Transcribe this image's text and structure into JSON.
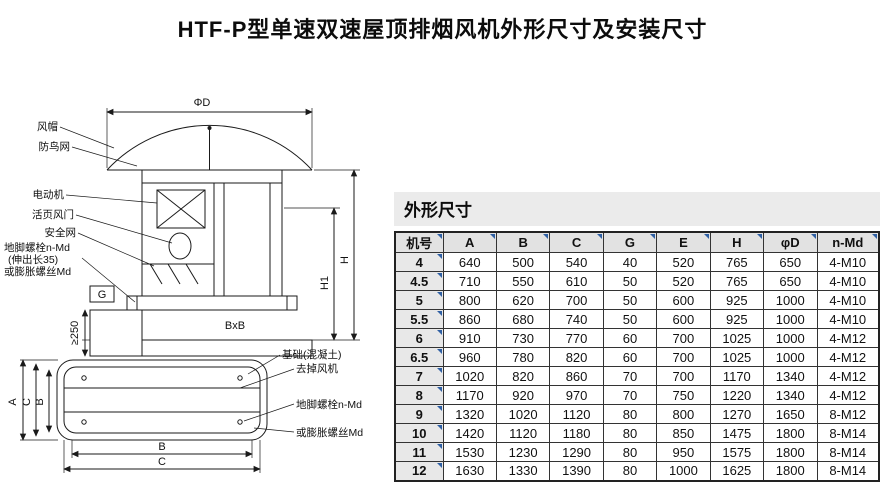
{
  "page": {
    "title": "HTF-P型单速双速屋顶排烟风机外形尺寸及安装尺寸"
  },
  "diagram": {
    "labels": {
      "fan_cap": "风帽",
      "bird_net": "防鸟网",
      "motor": "电动机",
      "flap_damper": "活页风门",
      "safety_net": "安全网",
      "anchor_bolt": "地脚螺栓n-Md",
      "anchor_bolt_note": "(伸出长35)",
      "expansion_bolt": "或膨胀螺丝Md",
      "min_depth": "≥250",
      "foundation": "基础(混凝土)",
      "remove_fan": "去掉风机",
      "anchor_bolt_plan": "地脚螺栓n-Md",
      "expansion_bolt_plan": "或膨胀螺丝Md"
    },
    "dims": {
      "phiD": "ΦD",
      "H": "H",
      "H1": "H1",
      "BxB": "BxB",
      "G": "G",
      "A": "A",
      "B": "B",
      "C": "C"
    }
  },
  "table": {
    "title": "外形尺寸",
    "headers": [
      "机号",
      "A",
      "B",
      "C",
      "G",
      "E",
      "H",
      "φD",
      "n-Md"
    ],
    "rows": [
      [
        "4",
        "640",
        "500",
        "540",
        "40",
        "520",
        "765",
        "650",
        "4-M10"
      ],
      [
        "4.5",
        "710",
        "550",
        "610",
        "50",
        "520",
        "765",
        "650",
        "4-M10"
      ],
      [
        "5",
        "800",
        "620",
        "700",
        "50",
        "600",
        "925",
        "1000",
        "4-M10"
      ],
      [
        "5.5",
        "860",
        "680",
        "740",
        "50",
        "600",
        "925",
        "1000",
        "4-M10"
      ],
      [
        "6",
        "910",
        "730",
        "770",
        "60",
        "700",
        "1025",
        "1000",
        "4-M12"
      ],
      [
        "6.5",
        "960",
        "780",
        "820",
        "60",
        "700",
        "1025",
        "1000",
        "4-M12"
      ],
      [
        "7",
        "1020",
        "820",
        "860",
        "70",
        "700",
        "1170",
        "1340",
        "4-M12"
      ],
      [
        "8",
        "1170",
        "920",
        "970",
        "70",
        "750",
        "1220",
        "1340",
        "4-M12"
      ],
      [
        "9",
        "1320",
        "1020",
        "1120",
        "80",
        "800",
        "1270",
        "1650",
        "8-M12"
      ],
      [
        "10",
        "1420",
        "1120",
        "1180",
        "80",
        "850",
        "1475",
        "1800",
        "8-M14"
      ],
      [
        "11",
        "1530",
        "1230",
        "1290",
        "80",
        "950",
        "1575",
        "1800",
        "8-M14"
      ],
      [
        "12",
        "1630",
        "1330",
        "1390",
        "80",
        "1000",
        "1625",
        "1800",
        "8-M14"
      ]
    ]
  }
}
